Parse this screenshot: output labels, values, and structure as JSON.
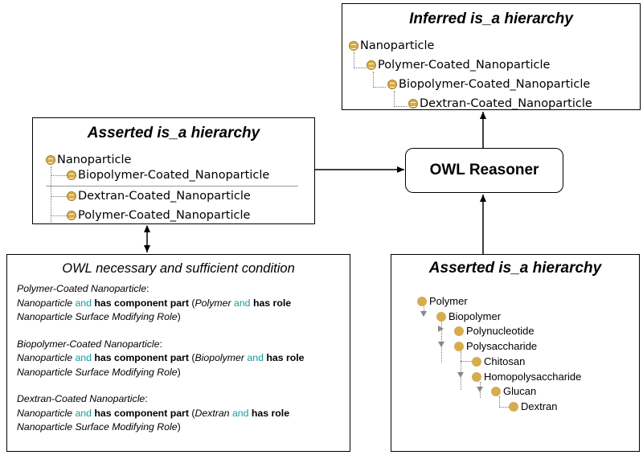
{
  "inferred": {
    "title": "Inferred is_a hierarchy",
    "nodes": [
      "Nanoparticle",
      "Polymer-Coated_Nanoparticle",
      "Biopolymer-Coated_Nanoparticle",
      "Dextran-Coated_Nanoparticle"
    ]
  },
  "asserted_nano": {
    "title": "Asserted is_a hierarchy",
    "nodes": [
      "Nanoparticle",
      "Biopolymer-Coated_Nanoparticle",
      "Dextran-Coated_Nanoparticle",
      "Polymer-Coated_Nanoparticle"
    ]
  },
  "reasoner": {
    "label": "OWL Reasoner"
  },
  "condition": {
    "title": "OWL necessary and sufficient condition",
    "blocks": [
      {
        "heading": "Polymer-Coated Nanoparticle",
        "subject": "Nanoparticle",
        "and1": "and",
        "relation": "has component part",
        "filler": "Polymer",
        "and2": "and",
        "role_rel": "has role",
        "role": "Nanoparticle Surface Modifying Role"
      },
      {
        "heading": "Biopolymer-Coated Nanoparticle",
        "subject": "Nanoparticle",
        "and1": "and",
        "relation": "has component part",
        "filler": "Biopolymer",
        "and2": "and",
        "role_rel": "has role",
        "role": "Nanoparticle Surface Modifying Role"
      },
      {
        "heading": "Dextran-Coated Nanoparticle",
        "subject": "Nanoparticle",
        "and1": "and",
        "relation": "has component part",
        "filler": "Dextran",
        "and2": "and",
        "role_rel": "has role",
        "role": "Nanoparticle Surface Modifying Role"
      }
    ]
  },
  "asserted_polymer": {
    "title": "Asserted is_a hierarchy",
    "nodes": [
      "Polymer",
      "Biopolymer",
      "Polynucleotide",
      "Polysaccharide",
      "Chitosan",
      "Homopolysaccharide",
      "Glucan",
      "Dextran"
    ]
  },
  "colors": {
    "class_icon": "#d7ac4e",
    "keyword": "#1a9a9a"
  }
}
